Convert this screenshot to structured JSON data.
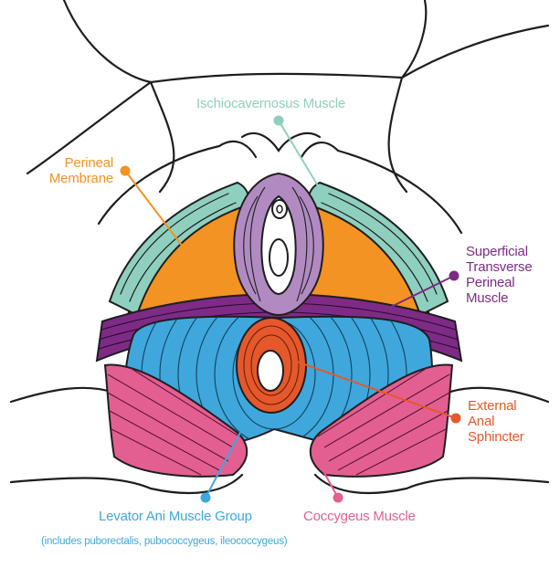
{
  "colors": {
    "perineal_membrane": "#f39323",
    "ischiocavernosus": "#8fcfbf",
    "superficial_transverse": "#7e2b86",
    "external_anal_sphincter": "#e5582b",
    "levator_ani": "#3fa7dc",
    "coccygeus": "#e35f92",
    "bulbospongiosus": "#b18ac2",
    "outline": "#1e1e1e"
  },
  "labels": {
    "ischiocavernosus": "Ischiocavernosus Muscle",
    "perineal_membrane": [
      "Perineal",
      "Membrane"
    ],
    "superficial_transverse": [
      "Superficial",
      "Transverse",
      "Perineal",
      "Muscle"
    ],
    "external_anal_sphincter": [
      "External",
      "Anal",
      "Sphincter"
    ],
    "levator_ani": "Levator Ani Muscle Group",
    "levator_ani_sub": "(includes puborectalis, pubococcygeus, ileococcygeus)",
    "coccygeus": "Coccygeus Muscle"
  }
}
